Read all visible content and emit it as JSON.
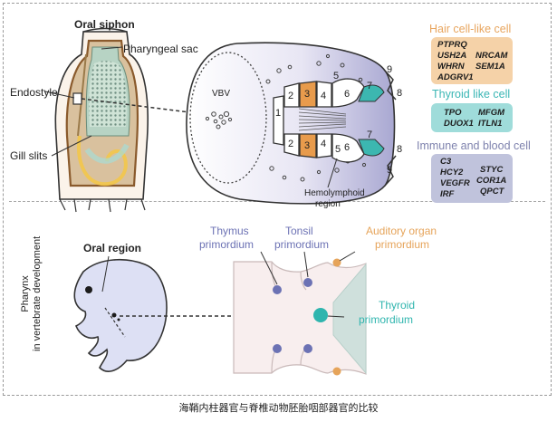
{
  "ascidian": {
    "oral_siphon": "Oral siphon",
    "pharyngeal_sac": "Pharyngeal sac",
    "endostyle": "Endostyle",
    "gill_slits": "Gill slits"
  },
  "endostyle_section": {
    "vbv": "VBV",
    "hemolymphoid": "Hemolymphoid",
    "region": "region",
    "zone_numbers_top": [
      "2",
      "3",
      "4",
      "6",
      "7",
      "8",
      "9",
      "5"
    ],
    "zone_numbers_bottom": [
      "1",
      "2",
      "3",
      "4",
      "6",
      "7",
      "8",
      "9",
      "5"
    ]
  },
  "gene_panels": [
    {
      "title": "Hair cell-like cell",
      "title_color": "#e8a55e",
      "box_color": "#f5d2a8",
      "genes": [
        "PTPRQ",
        "USH2A",
        "NRCAM",
        "WHRN",
        "SEM1A",
        "ADGRV1"
      ]
    },
    {
      "title": "Thyroid like cell",
      "title_color": "#3ab6b4",
      "box_color": "#9fdcda",
      "genes": [
        "TPO",
        "MFGM",
        "DUOX1",
        "ITLN1"
      ]
    },
    {
      "title": "Immune and blood cell",
      "title_color": "#7e82ad",
      "box_color": "#c0c3dc",
      "genes": [
        "C3",
        "HCY2",
        "STYC",
        "VEGFR",
        "COR1A",
        "IRF",
        "QPCT"
      ]
    }
  ],
  "vertebrate": {
    "side_label_line1": "Pharynx",
    "side_label_line2": "in vertebrate development",
    "oral_region": "Oral region",
    "thymus_line1": "Thymus",
    "thymus_line2": "primordium",
    "tonsil_line1": "Tonsil",
    "tonsil_line2": "primordium",
    "auditory_line1": "Auditory organ",
    "auditory_line2": "primordium",
    "thyroid_line1": "Thyroid",
    "thyroid_line2": "primordium",
    "colors": {
      "thymus": "#6c72b4",
      "tonsil": "#6c72b4",
      "auditory": "#e6a45a",
      "thyroid": "#2fb5ae"
    }
  },
  "caption": "海鞘内柱器官与脊椎动物胚胎咽部器官的比较"
}
